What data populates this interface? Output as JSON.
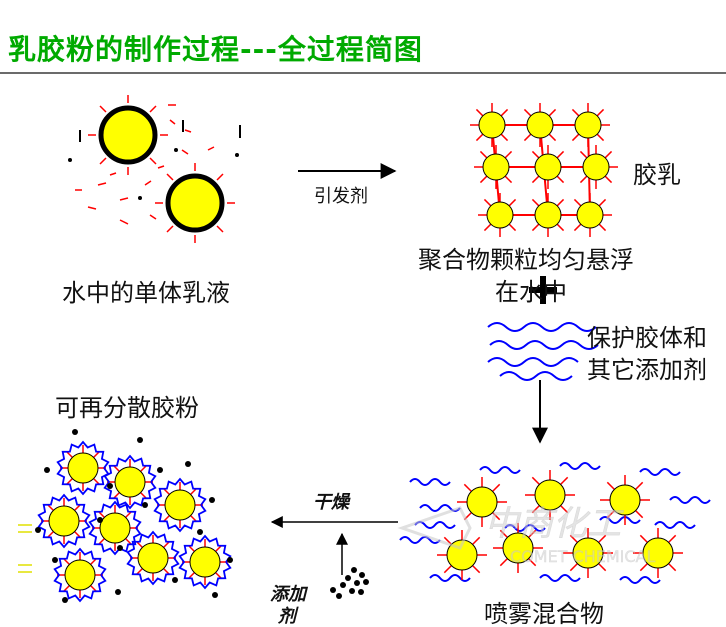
{
  "title": "乳胶粉的制作过程---全过程简图",
  "labels": {
    "monomer_emulsion": "水中的单体乳液",
    "initiator": "引发剂",
    "latex": "胶乳",
    "suspension_line1": "聚合物颗粒均匀悬浮",
    "suspension_line2": "在水中",
    "protective_line1": "保护胶体和",
    "protective_line2": "其它添加剂",
    "redispersible": "可再分散胶粉",
    "drying": "干燥",
    "additive_line1": "添加",
    "additive_line2": "剂",
    "spray_mix": "喷雾混合物",
    "watermark_cn": "中商化工",
    "watermark_en": "COMET CHEMICAL"
  },
  "colors": {
    "title": "#00aa00",
    "particle_fill": "#ffff00",
    "particle_stroke": "#000000",
    "spike": "#ff0000",
    "protective_colloid": "#0000ff",
    "network": "#ff0000",
    "dots": "#000000"
  },
  "icons": {
    "plus": "plus-icon",
    "arrow": "arrow-icon"
  }
}
